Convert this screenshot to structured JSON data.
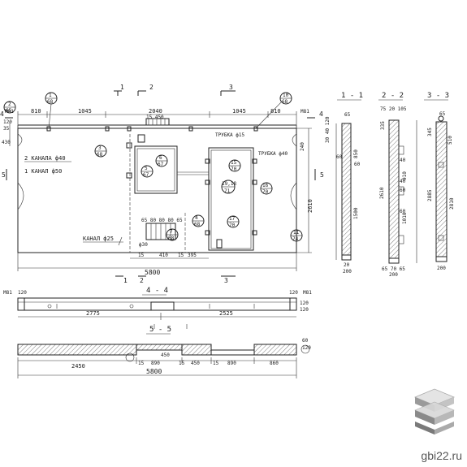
{
  "plan": {
    "top_dims": [
      "810",
      "1045",
      "2040",
      "1045",
      "810"
    ],
    "left_dims": [
      "120",
      "35",
      "430"
    ],
    "markers": {
      "m_1_68": [
        "1",
        "68"
      ],
      "m_10_68": [
        "10",
        "68"
      ],
      "m_3_68": [
        "3",
        "68"
      ],
      "m_6_67": [
        "6",
        "67"
      ],
      "m_5_67": [
        "5",
        "67"
      ],
      "m_15_70": [
        "15",
        "70"
      ],
      "m_19_18": [
        "19,18",
        "71"
      ],
      "m_16_70": [
        "16",
        "70"
      ],
      "m_4_68": [
        "4",
        "68"
      ],
      "m_7_68": [
        "7",
        "68"
      ],
      "m_17_70": [
        "17",
        "70"
      ],
      "m_11_74": [
        "11",
        "74"
      ],
      "m_2_65": [
        "2",
        "65"
      ]
    },
    "section_marks": [
      "1",
      "2",
      "3",
      "4",
      "4",
      "5",
      "5",
      "1",
      "2",
      "3"
    ],
    "labels": {
      "kanal40": "2 КАНАЛА ф40",
      "kanal50": "1 КАНАЛ ф50",
      "trubka15": "ТРУБКА ф15",
      "trubka40": "ТРУБКА ф40",
      "kanal25": "КАНАЛ ф25",
      "m81_left": "М81",
      "m81_right": "М81",
      "top_small": "15 450",
      "bottom_small": "65 80 80 80 65",
      "d30": "ф30",
      "dim410": "410",
      "dim15a": "15",
      "dim15b": "15",
      "dim395": "395"
    },
    "overall_width": "5800",
    "overall_height": "2610",
    "height_small": "240"
  },
  "sections": {
    "s11": {
      "title": "1 - 1",
      "top": "65",
      "dims": [
        "60",
        "60",
        "850",
        "1500"
      ],
      "bottom": [
        "20",
        "200"
      ],
      "small": "30 40 120"
    },
    "s22": {
      "title": "2 - 2",
      "top": "75 20 105",
      "dims": [
        "335",
        "40",
        "40",
        "60",
        "910",
        "60",
        "1010",
        "2610"
      ],
      "bottom": [
        "65 70 65",
        "200"
      ]
    },
    "s33": {
      "title": "3 - 3",
      "top": "65",
      "dims": [
        "345",
        "510",
        "2885",
        "2810"
      ],
      "bottom": [
        "200"
      ]
    }
  },
  "s44": {
    "title": "4 - 4",
    "dims": [
      "2775",
      "2525"
    ],
    "left": [
      "М81",
      "120"
    ],
    "right": [
      "120",
      "М81"
    ],
    "side": [
      "120",
      "120"
    ]
  },
  "s55": {
    "title": "5 - 5",
    "dims": [
      "2450",
      "15",
      "890",
      "15",
      "450",
      "15",
      "890",
      "860"
    ],
    "sub": "450",
    "overall": "5800",
    "side": [
      "60",
      "120"
    ]
  },
  "watermark": "gbi22.ru",
  "colors": {
    "ink": "#222222",
    "logo_light": "#d8d8d8",
    "logo_dark": "#8a8a8a"
  }
}
